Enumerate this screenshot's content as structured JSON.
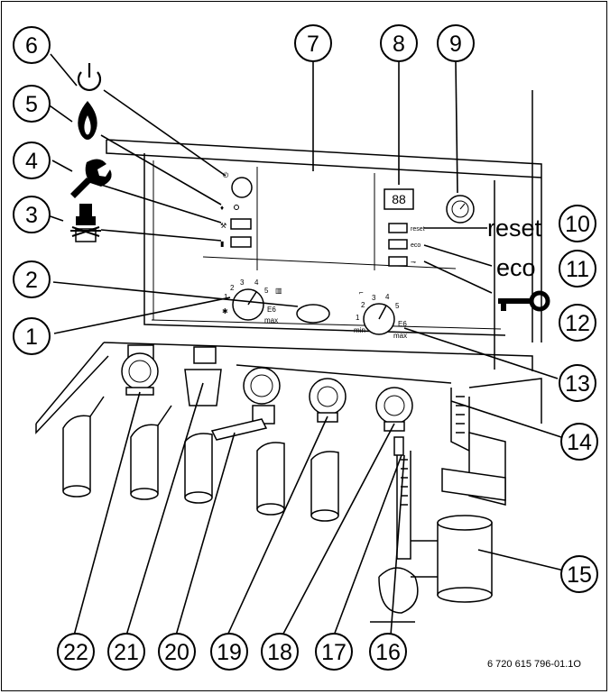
{
  "callouts": [
    {
      "number": "1"
    },
    {
      "number": "2"
    },
    {
      "number": "3"
    },
    {
      "number": "4"
    },
    {
      "number": "5"
    },
    {
      "number": "6"
    },
    {
      "number": "7"
    },
    {
      "number": "8"
    },
    {
      "number": "9"
    },
    {
      "number": "10"
    },
    {
      "number": "11"
    },
    {
      "number": "12"
    },
    {
      "number": "13"
    },
    {
      "number": "14"
    },
    {
      "number": "15"
    },
    {
      "number": "16"
    },
    {
      "number": "17"
    },
    {
      "number": "18"
    },
    {
      "number": "19"
    },
    {
      "number": "20"
    },
    {
      "number": "21"
    },
    {
      "number": "22"
    }
  ],
  "labels": {
    "reset": "reset",
    "eco": "eco",
    "button_reset": "reset",
    "button_eco": "eco"
  },
  "display": {
    "digits": "88"
  },
  "dial_left": {
    "ticks": [
      "1",
      "2",
      "3",
      "4",
      "5",
      "E6"
    ],
    "max": "max"
  },
  "dial_right": {
    "ticks": [
      "1",
      "2",
      "3",
      "4",
      "5",
      "E6"
    ],
    "min": "min",
    "max": "max"
  },
  "figure_id": "6 720 615 796-01.1O"
}
